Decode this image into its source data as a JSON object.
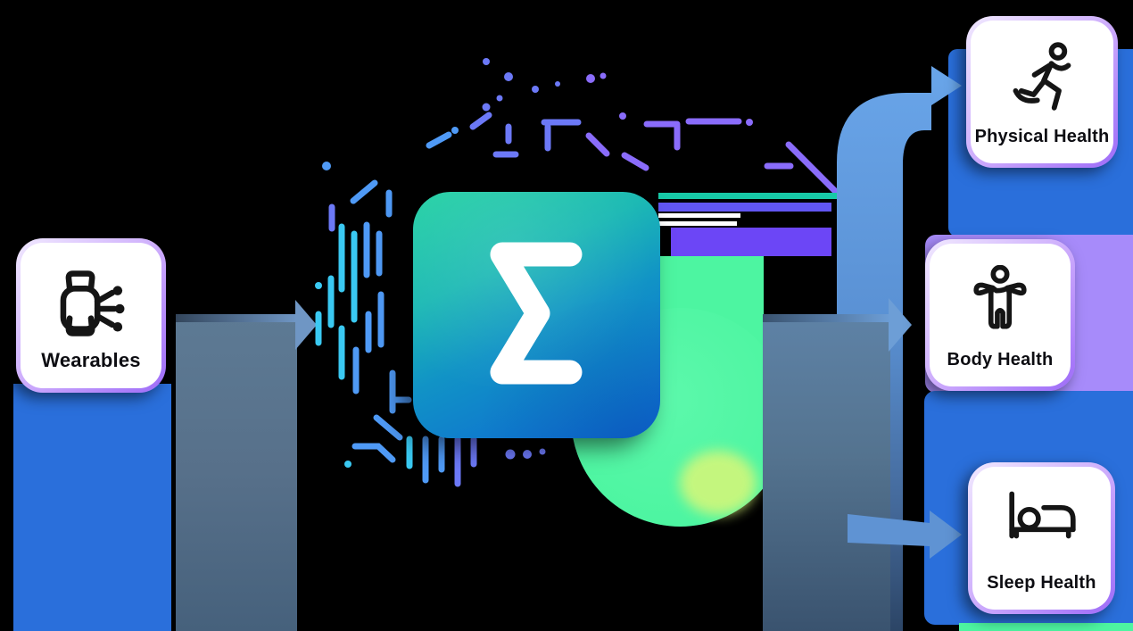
{
  "diagram": {
    "title_hint": "wearables data flow diagram",
    "source": {
      "label": "Wearables",
      "icon": "smartwatch-data-icon"
    },
    "center": {
      "logo_glyph": "Σ",
      "icon": "sigma-app-logo"
    },
    "outputs": [
      {
        "label": "Physical Health",
        "icon": "runner-icon"
      },
      {
        "label": "Body Health",
        "icon": "standing-body-icon"
      },
      {
        "label": "Sleep Health",
        "icon": "bed-sleep-icon"
      }
    ]
  },
  "colors": {
    "background": "#000000",
    "blue_panel": "#2a6fdb",
    "violet_panel": "#a78bfa",
    "green_accent": "#4df5a1",
    "teal_band": "#17c9a7",
    "indigo_band": "#6156f2",
    "indigo_band_2": "#6c46f6",
    "arrow_gray": "#5d7a94",
    "arrow_blue": "#5f97dc",
    "card_border_violet": "#9d6bf8",
    "app_icon_gradient_top": "#26d2a4",
    "app_icon_gradient_bottom": "#0d64d4"
  }
}
